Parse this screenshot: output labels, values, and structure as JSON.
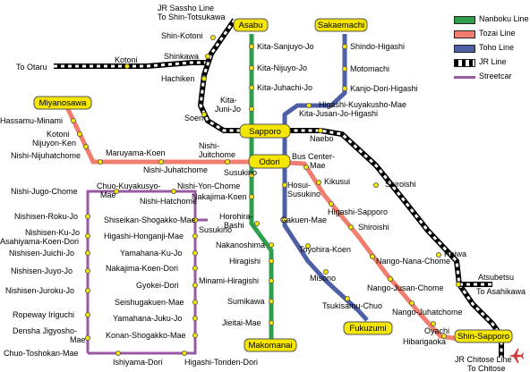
{
  "lines": {
    "nanboku": {
      "name": "Nanboku Line",
      "color": "#2e9e4b"
    },
    "tozai": {
      "name": "Tozai Line",
      "color": "#f07d6e"
    },
    "toho": {
      "name": "Toho Line",
      "color": "#4d5fa6"
    },
    "jr": {
      "name": "JR Line",
      "color": "#000000"
    },
    "streetcar": {
      "name": "Streetcar",
      "color": "#9b59a3"
    }
  },
  "terminals": {
    "asabu": "Asabu",
    "sakaemachi": "Sakaemachi",
    "miyanosawa": "Miyanosawa",
    "sapporo": "Sapporo",
    "odori": "Odori",
    "makomanai": "Makomanai",
    "fukuzumi": "Fukuzumi",
    "shin_sapporo": "Shin-Sapporo"
  },
  "directions": {
    "sassho_1": "JR Sassho Line",
    "sassho_2": "To Shin-Totsukawa",
    "otaru": "To Otaru",
    "asahikawa": "To Asahikawa",
    "chitose_1": "JR Chitose Line",
    "chitose_2": "To Chitose"
  },
  "stations": {
    "shin_kotoni": "Shin-Kotoni",
    "shinkawa": "Shinkawa",
    "hachiken": "Hachiken",
    "kotoni_jr": "Kotoni",
    "soen": "Soen",
    "kita_sanjuyo": "Kita-Sanjuyo-Jo",
    "kita_nijuyo": "Kita-Nijuyo-Jo",
    "kita_juhachi": "Kita-Juhachi-Jo",
    "kita_juni_1": "Kita-",
    "kita_juni_2": "Juni-Jo",
    "shindo_higashi": "Shindo-Higashi",
    "motomachi": "Motomachi",
    "kanjo_dori": "Kanjo-Dori-Higashi",
    "higashi_kuyakusho": "Higashi-Kuyakusho-Mae",
    "kita_jusan": "Kita-Jusan-Jo-Higashi",
    "hassamu_minami": "Hassamu-Minami",
    "kotoni_sub": "Kotoni",
    "nijuyon_ken": "Nijuyon-Ken",
    "nishi_nijuhatchome": "Nishi-Nijuhatchome",
    "maruyama_koen": "Maruyama-Koen",
    "nishi_juhatchome": "Nishi-Juhatchome",
    "nishi_itchome_1": "Nishi-",
    "nishi_itchome_2": "Juitchome",
    "naebo": "Naebo",
    "bus_center_1": "Bus Center-",
    "bus_center_2": "Mae",
    "shiroishi_jr": "Shiroishi",
    "susukino_sub": "Susukino",
    "nakajima_koen": "Nakajima-Koen",
    "horohira_1": "Horohira-",
    "horohira_2": "Bashi",
    "nakanoshima": "Nakanoshima",
    "hiragishi": "Hiragishi",
    "minami_hiragishi": "Minami-Hiragishi",
    "sumikawa": "Sumikawa",
    "jieitai": "Jieitai-Mae",
    "hosui_1": "Hosui-",
    "hosui_2": "Susukino",
    "gakuen": "Gakuen-Mae",
    "toyohira_koen": "Toyohira-Koen",
    "misono": "Misono",
    "tsukisamu_chuo": "Tsukisamu-Chuo",
    "kikusui": "Kikusui",
    "higashi_sapporo": "Higashi-Sapporo",
    "shiroishi_sub": "Shiroishi",
    "nango_nana": "Nango-Nana-Chome",
    "nango_jusan": "Nango-Jusan-Chome",
    "nango_juhatchome": "Nango-Juhatchome",
    "oyachi": "Oyachi",
    "hibarigaoka": "Hibarigaoka",
    "heiwa": "Heiwa",
    "atsubetsu": "Atsubetsu",
    "nishi_jugo": "Nishi-Jugo-Chome",
    "chuo_kuyakusyo_1": "Chuo-Kuyakusyo-",
    "chuo_kuyakusyo_2": "Mae",
    "nishi_yon": "Nishi-Yon-Chome",
    "nishi_hatchome": "Nishi-Hatchome",
    "nishisen_roku": "Nishisen-Roku-Jo",
    "nishisen_ku": "Nishisen-Ku-Jo",
    "asahiyama": "Asahiyama-Koen-Dori",
    "nishisen_juichi": "Nishisen-Juichi-Jo",
    "nishisen_juyo": "Nishisen-Juyo-Jo",
    "nishisen_juroku": "Nishisen-Juroku-Jo",
    "ropeway": "Ropeway Iriguchi",
    "densha_1": "Densha Jigyosho-",
    "densha_2": "Mae",
    "chuo_toshokan": "Chuo-Toshokan-Mae",
    "ishiyama": "Ishiyama-Dori",
    "higashi_tonden": "Higashi-Tonden-Dori",
    "shiseikan": "Shiseikan-Shogakko-Mae",
    "higashi_honganji": "Higashi-Honganji-Mae",
    "yamahana_ku": "Yamahana-Ku-Jo",
    "nakajima_koen_dori": "Nakajima-Koen-Dori",
    "gyokei": "Gyokei-Dori",
    "seishugakuen": "Seishugakuen-Mae",
    "yamahana_juku": "Yamahana-Juku-Jo",
    "konan": "Konan-Shogakko-Mae",
    "susukino_street": "Susukino"
  },
  "icons": {
    "airport": "airplane-icon"
  }
}
